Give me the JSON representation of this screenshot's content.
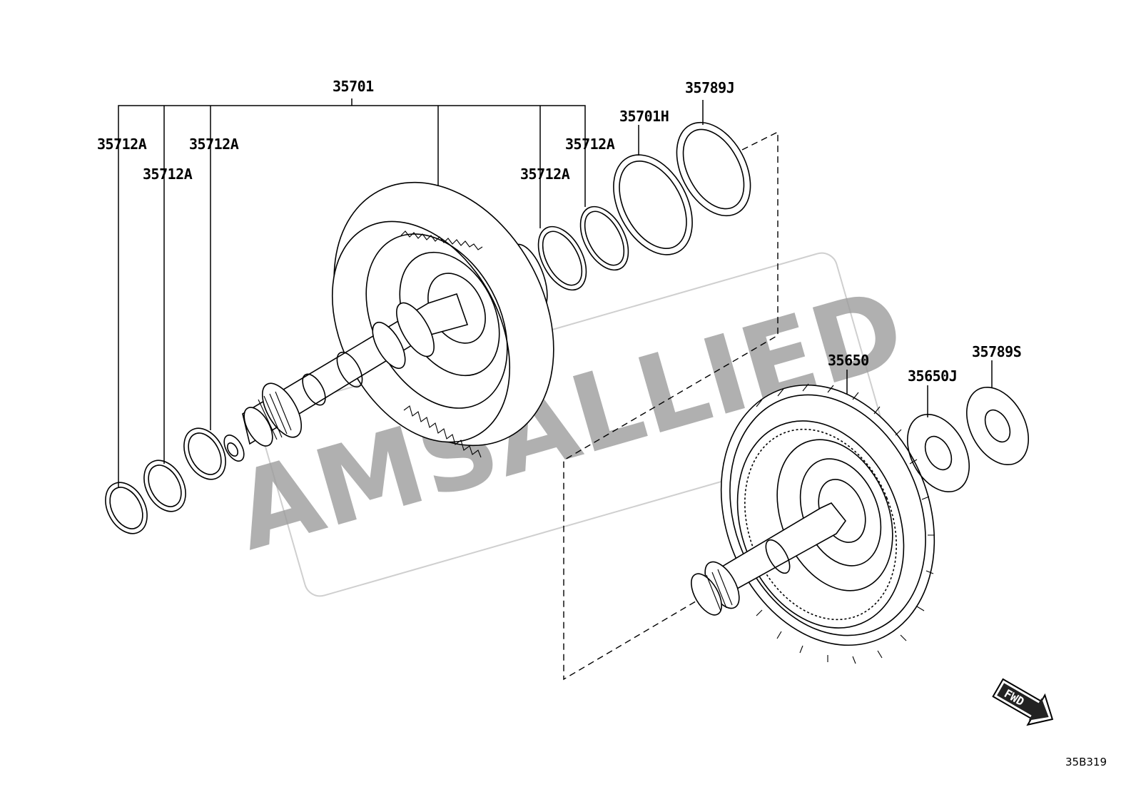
{
  "diagram": {
    "diagram_code": "35B319",
    "watermark": "AMSALLIED",
    "fwd_label": "FWD",
    "callouts": {
      "p35701": "35701",
      "p35712A_1": "35712A",
      "p35712A_2": "35712A",
      "p35712A_3": "35712A",
      "p35712A_4": "35712A",
      "p35712A_5": "35712A",
      "p35701H": "35701H",
      "p35789J": "35789J",
      "p35650": "35650",
      "p35650J": "35650J",
      "p35789S": "35789S"
    }
  }
}
